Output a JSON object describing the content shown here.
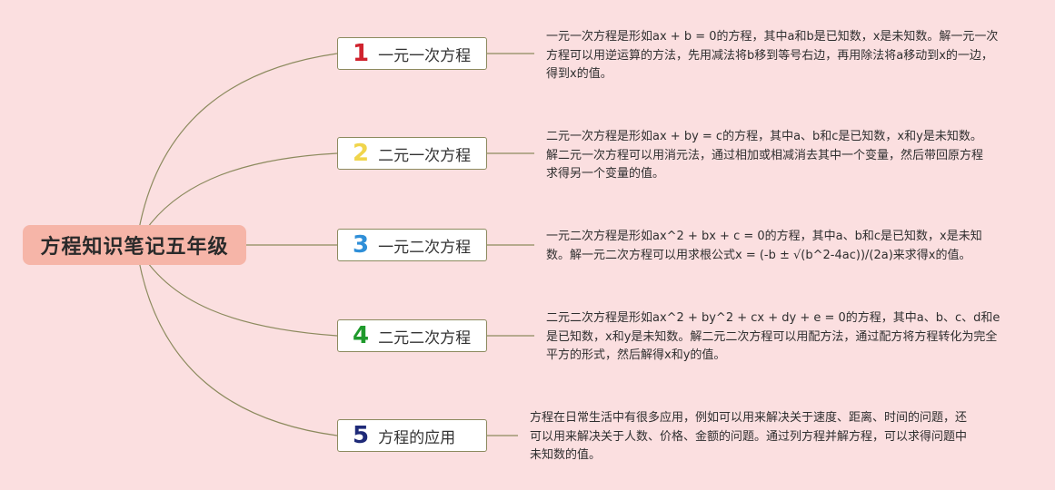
{
  "root": {
    "title": "方程知识笔记五年级"
  },
  "topics": [
    {
      "number": "1",
      "color": "#d0232e",
      "label": "一元一次方程",
      "description": "一元一次方程是形如ax + b = 0的方程，其中a和b是已知数，x是未知数。解一元一次方程可以用逆运算的方法，先用减法将b移到等号右边，再用除法将a移动到x的一边，得到x的值。"
    },
    {
      "number": "2",
      "color": "#f0d54c",
      "label": "二元一次方程",
      "description": "二元一次方程是形如ax + by = c的方程，其中a、b和c是已知数，x和y是未知数。解二元一次方程可以用消元法，通过相加或相减消去其中一个变量，然后带回原方程求得另一个变量的值。"
    },
    {
      "number": "3",
      "color": "#2f8fd8",
      "label": "一元二次方程",
      "description": "一元二次方程是形如ax^2 + bx + c = 0的方程，其中a、b和c是已知数，x是未知数。解一元二次方程可以用求根公式x = (-b ± √(b^2-4ac))/(2a)来求得x的值。"
    },
    {
      "number": "4",
      "color": "#1f9a2c",
      "label": "二元二次方程",
      "description": "二元二次方程是形如ax^2 + by^2 + cx + dy + e = 0的方程，其中a、b、c、d和e是已知数，x和y是未知数。解二元二次方程可以用配方法，通过配方将方程转化为完全平方的形式，然后解得x和y的值。"
    },
    {
      "number": "5",
      "color": "#1e2a78",
      "label": "方程的应用",
      "description": "方程在日常生活中有很多应用，例如可以用来解决关于速度、距离、时间的问题，还可以用来解决关于人数、价格、金额的问题。通过列方程并解方程，可以求得问题中未知数的值。"
    }
  ]
}
